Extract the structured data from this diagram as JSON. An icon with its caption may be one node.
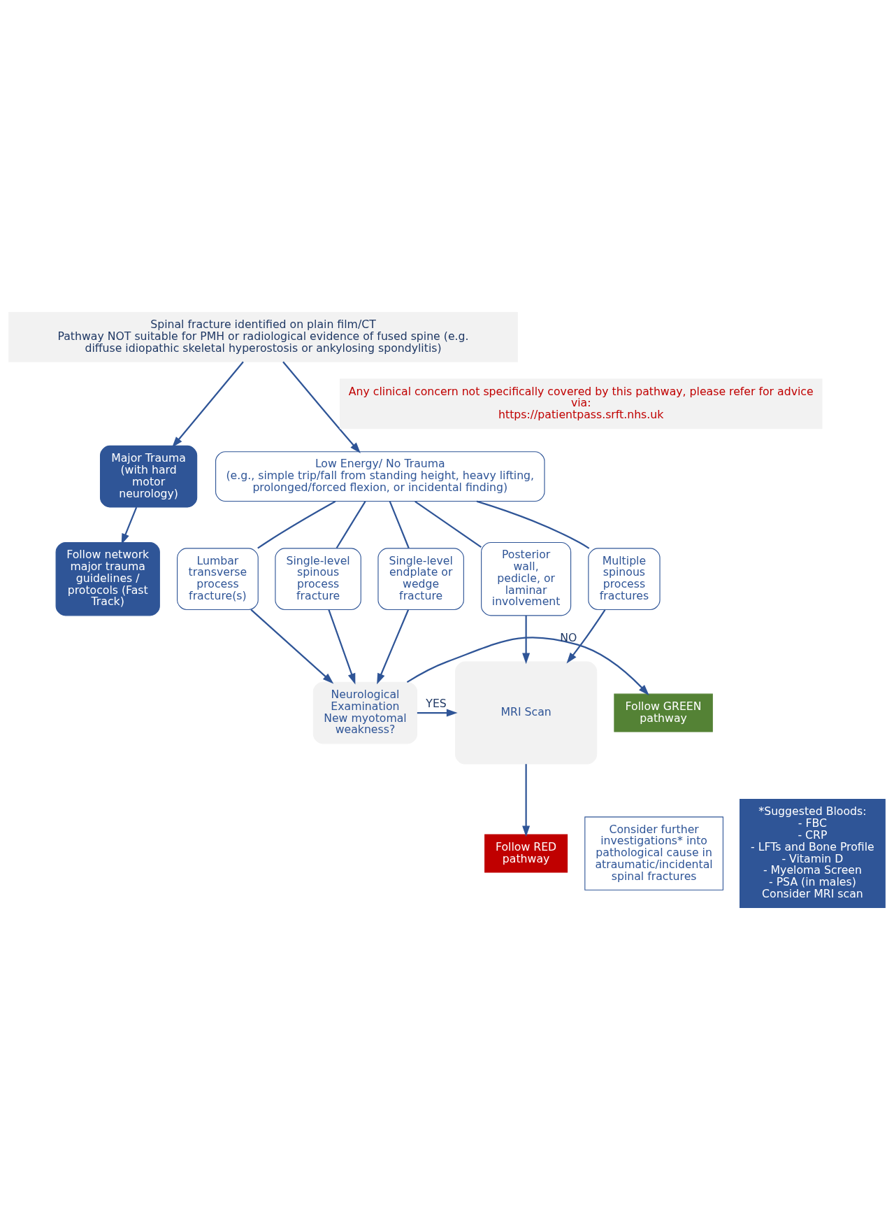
{
  "diagram": {
    "nodes": [
      {
        "text": [
          "Spinal fracture identified on plain film/CT",
          "Pathway NOT suitable for PMH or radiological evidence of fused spine (e.g. diffuse idiopathic skeletal hyperostosis or ankylosing spondylitis)"
        ]
      },
      {
        "text": [
          "Major Trauma",
          "(with hard motor neurology)"
        ]
      },
      {
        "text": [
          "Follow network major trauma guidelines / protocols (Fast Track)"
        ]
      },
      {
        "text": [
          "Low Energy/ No Trauma",
          "(e.g., simple trip/fall from standing height, heavy lifting, prolonged/forced flexion, or incidental finding)"
        ]
      },
      {
        "text": [
          "Lumbar transverse process fracture(s)"
        ]
      },
      {
        "text": [
          "Single-level spinous process fracture"
        ]
      },
      {
        "text": [
          "Single-level endplate or wedge fracture"
        ]
      },
      {
        "text": [
          "Posterior wall, pedicle, or laminar involvement"
        ]
      },
      {
        "text": [
          "Multiple spinous process fractures"
        ]
      },
      {
        "text": [
          "Neurological Examination",
          "New myotomal weakness?"
        ]
      },
      {
        "text": [
          "Follow GREEN pathway"
        ]
      },
      {
        "text": [
          "MRI Scan"
        ]
      },
      {
        "text": [
          "Follow RED pathway"
        ]
      },
      {
        "text": [
          "Consider further investigations* into pathological cause in atraumatic/incidental spinal fractures"
        ]
      },
      {
        "text": [
          "*Suggested Bloods:",
          "- FBC",
          "- CRP",
          "- LFTs and Bone Profile",
          "- Vitamin D",
          "- Myeloma Screen",
          "- PSA (in males)",
          "Consider MRI scan"
        ]
      },
      {
        "text": [
          "Any clinical concern not specifically covered by this pathway, please refer for advice via:",
          "https://patientpass.srft.nhs.uk"
        ]
      }
    ],
    "edges": [
      {
        "from": 0,
        "to": 1,
        "arrow": "to"
      },
      {
        "from": 0,
        "to": 3,
        "arrow": "to"
      },
      {
        "from": 1,
        "to": 2,
        "arrow": "to"
      },
      {
        "from": 3,
        "to": 4,
        "arrow": "none"
      },
      {
        "from": 3,
        "to": 5,
        "arrow": "none"
      },
      {
        "from": 3,
        "to": 6,
        "arrow": "none"
      },
      {
        "from": 3,
        "to": 7,
        "arrow": "none"
      },
      {
        "from": 3,
        "to": 8,
        "arrow": "none"
      },
      {
        "from": 4,
        "to": 9,
        "arrow": "to"
      },
      {
        "from": 5,
        "to": 9,
        "arrow": "to"
      },
      {
        "from": 6,
        "to": 9,
        "arrow": "to"
      },
      {
        "from": 7,
        "to": 11,
        "arrow": "to"
      },
      {
        "from": 8,
        "to": 11,
        "arrow": "to"
      },
      {
        "from": 9,
        "to": 10,
        "arrow": "to",
        "label": "NO"
      },
      {
        "from": 9,
        "to": 11,
        "arrow": "to",
        "label": "YES"
      },
      {
        "from": 11,
        "to": 12,
        "arrow": "to"
      }
    ]
  }
}
